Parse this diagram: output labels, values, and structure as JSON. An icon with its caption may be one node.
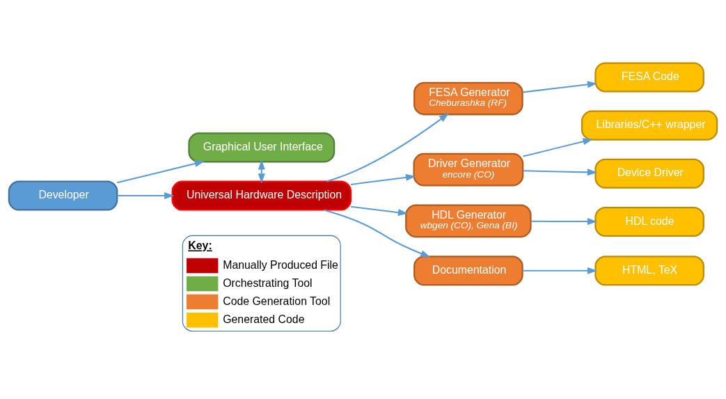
{
  "diagram": {
    "nodes": [
      {
        "text": [
          "Developer"
        ]
      },
      {
        "text": [
          "Graphical User Interface"
        ]
      },
      {
        "text": [
          "Universal Hardware Description"
        ]
      },
      {
        "text": [
          "FESA Generator",
          "Cheburashka (RF)"
        ]
      },
      {
        "text": [
          "Driver Generator",
          "encore (CO)"
        ]
      },
      {
        "text": [
          "HDL Generator",
          "wbgen (CO), Gena (BI)"
        ]
      },
      {
        "text": [
          "Documentation"
        ]
      },
      {
        "text": [
          "FESA Code"
        ]
      },
      {
        "text": [
          "Libraries/C++ wrapper"
        ]
      },
      {
        "text": [
          "Device Driver"
        ]
      },
      {
        "text": [
          "HDL code"
        ]
      },
      {
        "text": [
          "HTML, TeX"
        ]
      }
    ],
    "edges": [
      {
        "from": 0,
        "to": 1,
        "arrow": "to"
      },
      {
        "from": 0,
        "to": 2,
        "arrow": "to"
      },
      {
        "from": 1,
        "to": 2,
        "arrow": "both"
      },
      {
        "from": 2,
        "to": 3,
        "arrow": "to"
      },
      {
        "from": 2,
        "to": 4,
        "arrow": "to"
      },
      {
        "from": 2,
        "to": 5,
        "arrow": "to"
      },
      {
        "from": 2,
        "to": 6,
        "arrow": "to"
      },
      {
        "from": 3,
        "to": 7,
        "arrow": "to"
      },
      {
        "from": 4,
        "to": 8,
        "arrow": "to"
      },
      {
        "from": 4,
        "to": 9,
        "arrow": "to"
      },
      {
        "from": 5,
        "to": 10,
        "arrow": "to"
      },
      {
        "from": 6,
        "to": 11,
        "arrow": "to"
      }
    ],
    "labels": [
      "Key:"
    ],
    "legend": [
      {
        "text": "Manually Produced File",
        "color": "#c00000"
      },
      {
        "text": "Orchestrating Tool",
        "color": "#70ad47"
      },
      {
        "text": "Code Generation Tool",
        "color": "#ed7d31"
      },
      {
        "text": "Generated Code",
        "color": "#ffc000"
      }
    ]
  }
}
